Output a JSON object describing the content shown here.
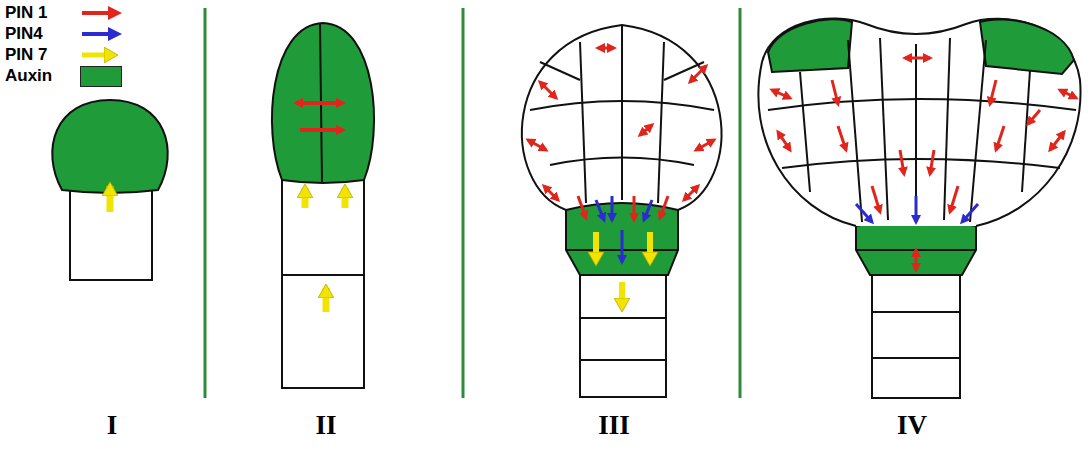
{
  "diagram": {
    "labels": [
      "I",
      "II",
      "III",
      "IV"
    ],
    "legend": [
      {
        "text": "PIN 1"
      },
      {
        "text": "PIN4"
      },
      {
        "text": "PIN 7"
      },
      {
        "text": "Auxin",
        "color": "#1f9b3a"
      }
    ]
  }
}
